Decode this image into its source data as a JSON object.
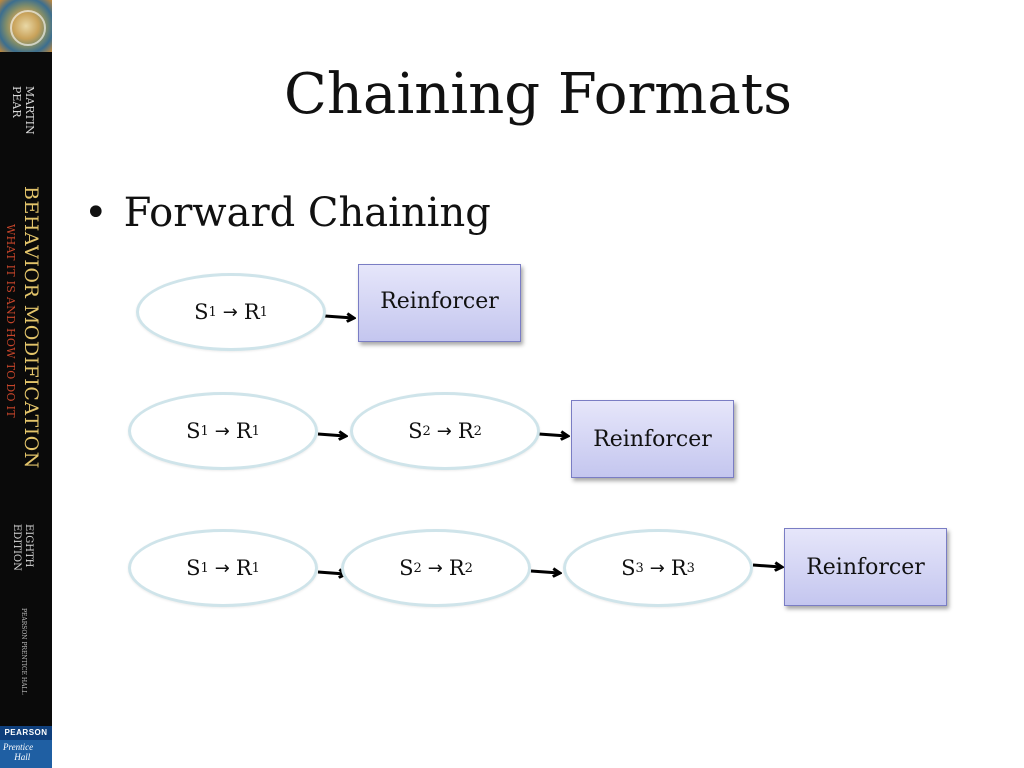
{
  "sidebar": {
    "author_line1": "MARTIN",
    "author_line2": "PEAR",
    "book_title": "BEHAVIOR MODIFICATION",
    "book_subtitle": "WHAT IT IS AND HOW TO DO IT",
    "edition_line1": "EIGHTH",
    "edition_line2": "EDITION",
    "publisher": "PEARSON PRENTICE HALL",
    "pearson_label": "PEARSON",
    "prentice_hall": "Prentice\n     Hall"
  },
  "slide": {
    "title": "Chaining Formats",
    "bullet": "Forward Chaining"
  },
  "diagram": {
    "arrow_glyph": "→",
    "reinforcer_label": "Reinforcer",
    "rows": [
      {
        "links": [
          {
            "s": "S",
            "s_sub": "1",
            "r": "R",
            "r_sub": "1"
          }
        ]
      },
      {
        "links": [
          {
            "s": "S",
            "s_sub": "1",
            "r": "R",
            "r_sub": "1"
          },
          {
            "s": "S",
            "s_sub": "2",
            "r": "R",
            "r_sub": "2"
          }
        ]
      },
      {
        "links": [
          {
            "s": "S",
            "s_sub": "1",
            "r": "R",
            "r_sub": "1"
          },
          {
            "s": "S",
            "s_sub": "2",
            "r": "R",
            "r_sub": "2"
          },
          {
            "s": "S",
            "s_sub": "3",
            "r": "R",
            "r_sub": "3"
          }
        ]
      }
    ]
  },
  "colors": {
    "sidebar_bg": "#0a0a0a",
    "sidebar_title": "#e3c46a",
    "sidebar_subtitle": "#c6452a",
    "ellipse_border": "#cfe4ea",
    "reinforcer_fill": "#c4c6ef",
    "reinforcer_border": "#7a7dc4"
  }
}
